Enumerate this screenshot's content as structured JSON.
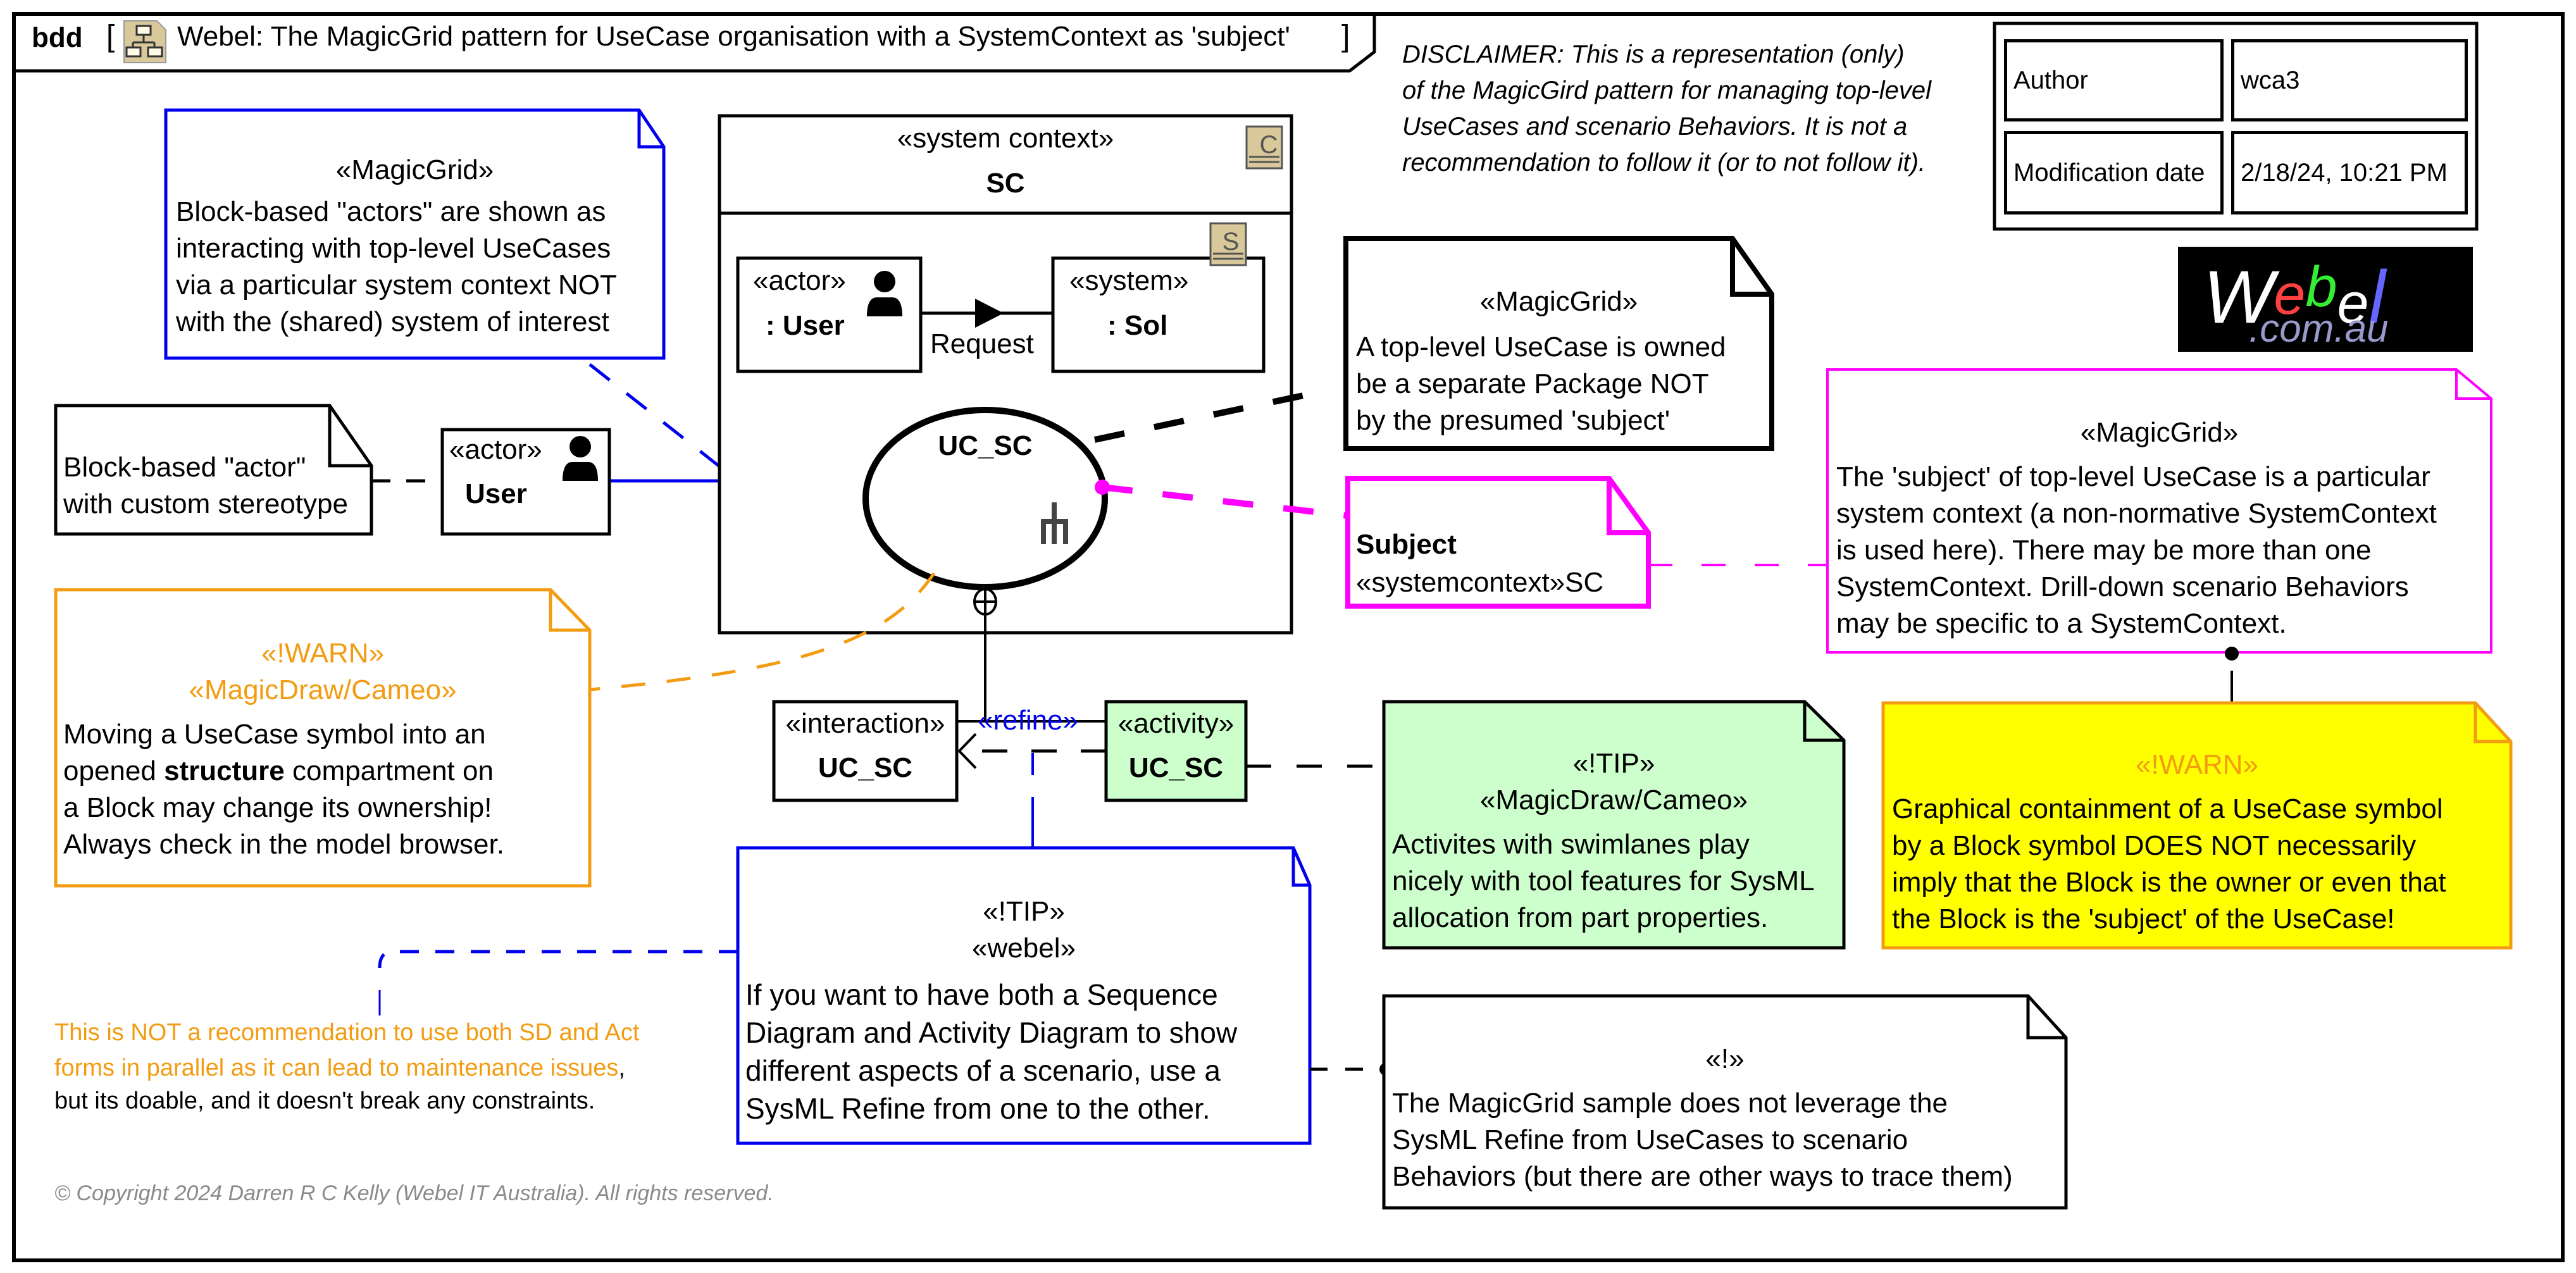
{
  "diagram": {
    "kind": "bdd",
    "open_bracket": "[",
    "close_bracket": "]",
    "title": "Webel: The MagicGrid pattern for UseCase organisation with a SystemContext as 'subject'",
    "icon": "bdd-diagram-icon"
  },
  "disclaimer": {
    "lines": [
      "DISCLAIMER: This is a representation (only)",
      "of the MagicGird pattern for managing top-level",
      "UseCases and scenario Behaviors. It is not a",
      "recommendation to follow it (or to not  follow it)."
    ]
  },
  "info_table": {
    "rows": [
      {
        "label": "Author",
        "value": "wca3"
      },
      {
        "label": "Modification date",
        "value": "2/18/24, 10:21 PM"
      }
    ]
  },
  "logo": {
    "parts": [
      {
        "text": "W",
        "color": "#ffffff"
      },
      {
        "text": "e",
        "color": "#ff4040"
      },
      {
        "text": "b",
        "color": "#33ee33"
      },
      {
        "text": "e",
        "color": "#ffffff"
      },
      {
        "text": "l",
        "color": "#6666ff"
      }
    ],
    "domain": ".com.au",
    "domain_color": "#9999cc"
  },
  "notes": {
    "actors_note": {
      "stereotype": "«MagicGrid»",
      "body": "Block-based \"actors\" are shown as\ninteracting with top-level UseCases\nvia a particular system context NOT\nwith the (shared) system of interest",
      "color": "#0000ee"
    },
    "actor_note": {
      "body": "Block-based \"actor\"\nwith custom stereotype"
    },
    "package_note": {
      "stereotype": "«MagicGrid»",
      "body": "A top-level UseCase is owned\nbe a separate Package NOT\nby the presumed 'subject'"
    },
    "subject_note": {
      "title": "Subject",
      "body": "«systemcontext»SC",
      "color": "#ff00ff"
    },
    "subject_explain_note": {
      "stereotype": "«MagicGrid»",
      "body": "The 'subject' of top-level UseCase is a particular\nsystem context (a non-normative SystemContext\nis used here). There may be more than one\nSystemContext. Drill-down scenario Behaviors\nmay be specific to a SystemContext.",
      "color": "#ff00ff"
    },
    "containment_warn_note": {
      "stereotype": "«!WARN»",
      "body": "Graphical containment of a UseCase symbol\nby a Block symbol DOES NOT necessarily\nimply that the Block is the owner or even that\nthe Block is the 'subject' of the UseCase!",
      "fill": "#ffff00",
      "border": "#f39c12"
    },
    "structure_warn_note": {
      "stereotype1": "«!WARN»",
      "stereotype2": "«MagicDraw/Cameo»",
      "body_before": "Moving a UseCase symbol into an\nopened ",
      "body_bold": "structure",
      "body_after": " compartment on\na Block may change its ownership!\nAlways check in the model browser.",
      "color": "#f39c12"
    },
    "swimlane_tip_note": {
      "stereotype1": "«!TIP»",
      "stereotype2": "«MagicDraw/Cameo»",
      "body": "Activites with swimlanes play\nnicely with tool features for SysML\nallocation from part properties.",
      "fill": "#ccffcc"
    },
    "refine_tip_note": {
      "stereotype1": "«!TIP»",
      "stereotype2": "«webel»",
      "body": "If you want to have both a Sequence\nDiagram and Activity Diagram to show\ndifferent aspects of a scenario, use a\nSysML Refine from one to the other.",
      "color": "#0000ee"
    },
    "magicgrid_sample_note": {
      "stereotype": "«!»",
      "body": "The MagicGrid sample does not leverage the\nSysML Refine from UseCases to scenario\nBehaviors (but there are other ways to trace them)"
    }
  },
  "free_text": {
    "recommendation_orange": "This is NOT a recommendation to use both SD and Act\nforms in parallel as it can lead to maintenance issues",
    "recommendation_comma": ",",
    "recommendation_black": "but its doable, and it doesn't break any constraints.",
    "copyright": "© Copyright 2024 Darren R C Kelly (Webel IT Australia). All rights reserved."
  },
  "elements": {
    "actor_block": {
      "stereotype": "«actor»",
      "name": "User"
    },
    "system_context": {
      "stereotype": "«system context»",
      "name": "SC",
      "icon_letter": "C"
    },
    "user_part": {
      "stereotype": "«actor»",
      "name": ": User"
    },
    "sol_part": {
      "stereotype": "«system»",
      "name": ": Sol",
      "icon_letter": "S"
    },
    "connector_label": "Request",
    "use_case": {
      "name": "UC_SC"
    },
    "interaction": {
      "stereotype": "«interaction»",
      "name": "UC_SC"
    },
    "activity": {
      "stereotype": "«activity»",
      "name": "UC_SC",
      "fill": "#ccffcc"
    },
    "refine_label": "«refine»"
  }
}
